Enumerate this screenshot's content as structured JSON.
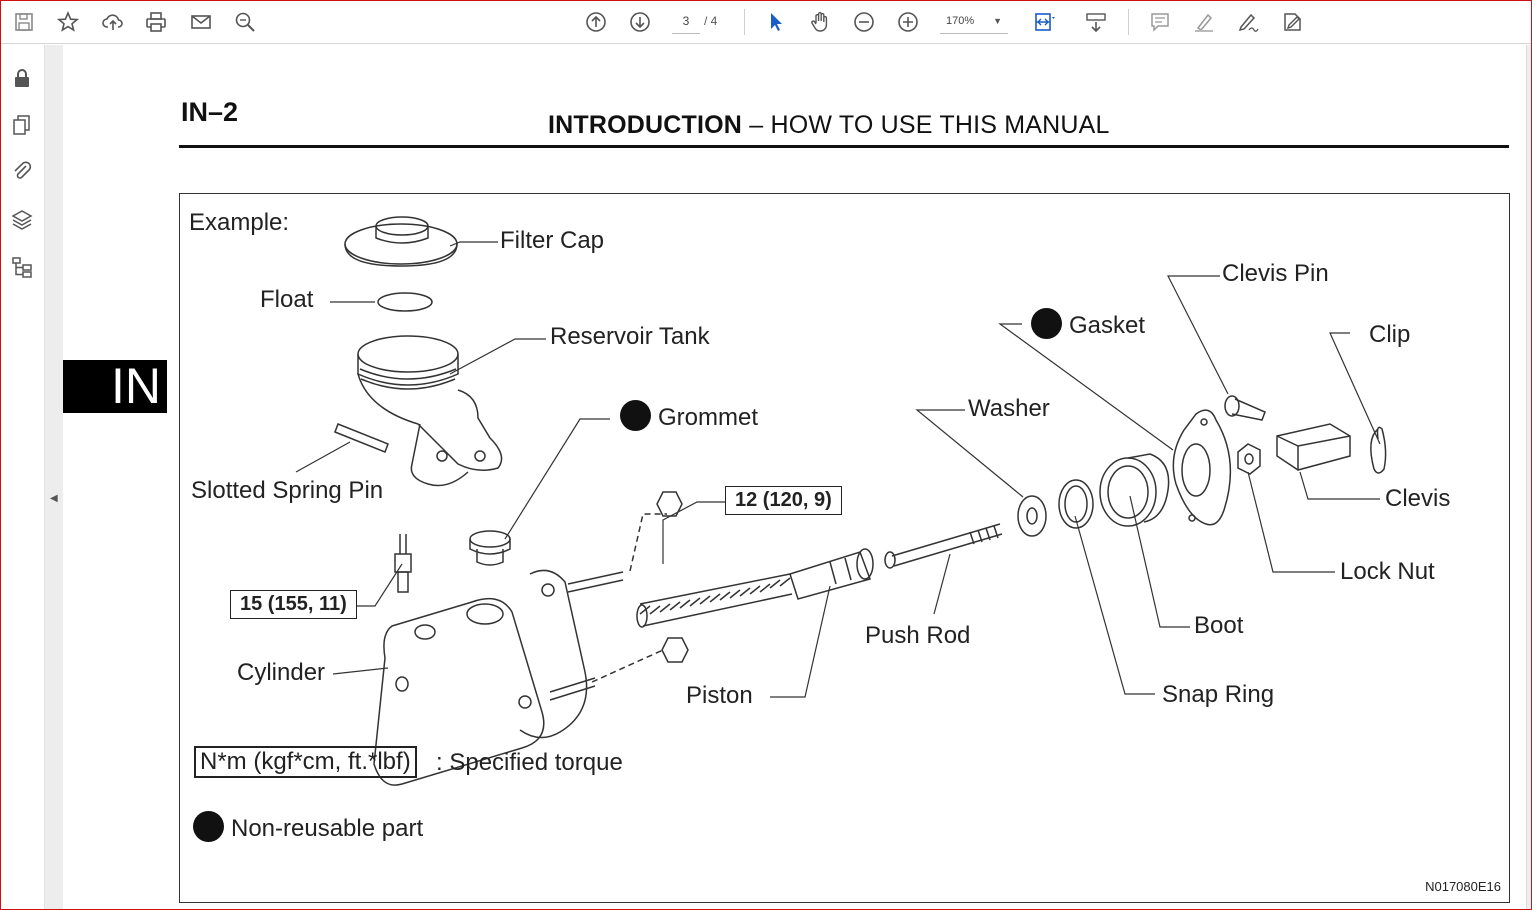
{
  "toolbar": {
    "page_current": "3",
    "page_total": "/ 4",
    "zoom": "170%",
    "icons": [
      "save-icon",
      "bookmark-star-icon",
      "upload-cloud-icon",
      "print-icon",
      "email-icon",
      "search-icon",
      "prev-page-icon",
      "next-page-icon",
      "select-arrow-icon",
      "hand-pan-icon",
      "zoom-out-icon",
      "zoom-in-icon",
      "fit-page-icon",
      "scroll-mode-icon",
      "comment-icon",
      "highlight-pen-icon",
      "sign-icon",
      "more-tools-icon"
    ]
  },
  "rail": {
    "icons": [
      "lock-icon",
      "pages-icon",
      "attachment-icon",
      "layers-icon",
      "structure-tree-icon"
    ]
  },
  "document": {
    "page_number": "IN–2",
    "title_bold": "INTRODUCTION",
    "title_sep": " – ",
    "title_rest": "HOW TO USE THIS MANUAL",
    "section_tab": "IN"
  },
  "figure": {
    "example_label": "Example:",
    "labels": {
      "filter_cap": "Filter Cap",
      "float": "Float",
      "reservoir_tank": "Reservoir Tank",
      "grommet": "Grommet",
      "slotted_spring_pin": "Slotted Spring Pin",
      "cylinder": "Cylinder",
      "piston": "Piston",
      "push_rod": "Push Rod",
      "washer": "Washer",
      "gasket": "Gasket",
      "clevis_pin": "Clevis Pin",
      "clip": "Clip",
      "clevis": "Clevis",
      "lock_nut": "Lock Nut",
      "boot": "Boot",
      "snap_ring": "Snap Ring"
    },
    "torque_1": "12 (120, 9)",
    "torque_2": "15 (155, 11)",
    "legend_torque_box": "N*m (kgf*cm, ft.*lbf)",
    "legend_torque_text": ": Specified torque",
    "legend_nonreusable": "Non-reusable part",
    "figure_code": "N017080E16"
  }
}
